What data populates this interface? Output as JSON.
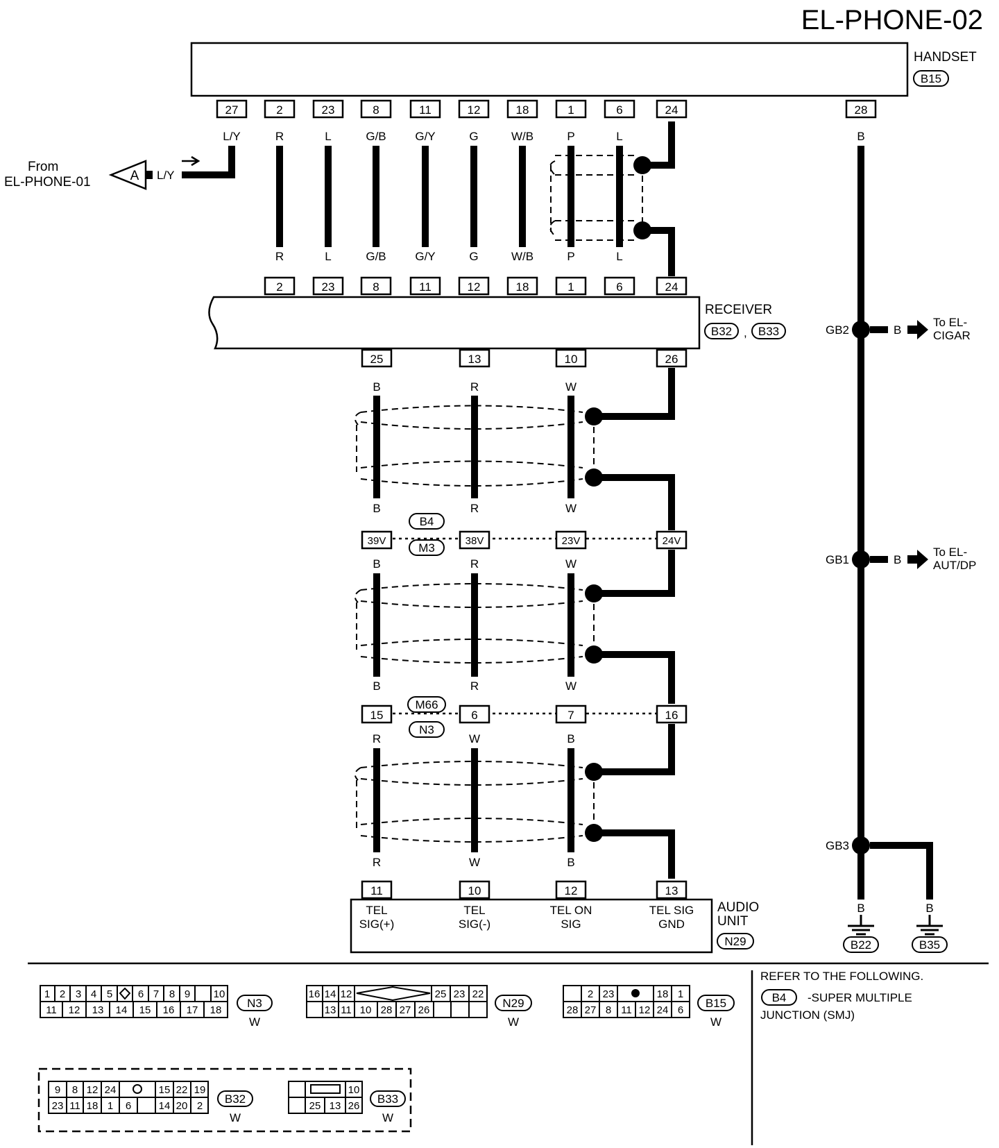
{
  "title": "EL-PHONE-02",
  "handset": {
    "name": "HANDSET",
    "connector": "B15",
    "pins": [
      "27",
      "2",
      "23",
      "8",
      "11",
      "12",
      "18",
      "1",
      "6",
      "24"
    ],
    "colors": [
      "L/Y",
      "R",
      "L",
      "G/B",
      "G/Y",
      "G",
      "W/B",
      "P",
      "L"
    ],
    "gnd_pin": "28",
    "gnd_color": "B"
  },
  "from": {
    "text1": "From",
    "text2": "EL-PHONE-01",
    "connector": "A",
    "color": "L/Y"
  },
  "receiver": {
    "name": "RECEIVER",
    "connectors": [
      "B32",
      "B33"
    ],
    "separator": ",",
    "top_colors": [
      "R",
      "L",
      "G/B",
      "G/Y",
      "G",
      "W/B",
      "P",
      "L"
    ],
    "top_pins": [
      "2",
      "23",
      "8",
      "11",
      "12",
      "18",
      "1",
      "6",
      "24"
    ],
    "bottom_pins": [
      "25",
      "13",
      "10",
      "26"
    ],
    "bottom_colors": [
      "B",
      "R",
      "W"
    ]
  },
  "junction1": {
    "connectors": [
      "B4",
      "M3"
    ],
    "pins": [
      "39V",
      "38V",
      "23V",
      "24V"
    ],
    "colors_above": [
      "B",
      "R",
      "W"
    ],
    "colors_below": [
      "B",
      "R",
      "W"
    ]
  },
  "junction2": {
    "connectors": [
      "M66",
      "N3"
    ],
    "pins": [
      "15",
      "6",
      "7",
      "16"
    ],
    "colors_above": [
      "B",
      "R",
      "W"
    ],
    "colors_below": [
      "R",
      "W",
      "B"
    ]
  },
  "audio_unit": {
    "name1": "AUDIO",
    "name2": "UNIT",
    "connector": "N29",
    "colors": [
      "R",
      "W",
      "B"
    ],
    "pins": [
      "11",
      "10",
      "12",
      "13"
    ],
    "terminals": [
      {
        "l1": "TEL",
        "l2": "SIG(+)"
      },
      {
        "l1": "TEL",
        "l2": "SIG(-)"
      },
      {
        "l1": "TEL ON",
        "l2": "SIG"
      },
      {
        "l1": "TEL SIG",
        "l2": "GND"
      }
    ]
  },
  "ground": {
    "gb2": {
      "label": "GB2",
      "color": "B",
      "to1": "To EL-",
      "to2": "CIGAR"
    },
    "gb1": {
      "label": "GB1",
      "color": "B",
      "to1": "To EL-",
      "to2": "AUT/DP"
    },
    "gb3": {
      "label": "GB3"
    },
    "grounds": [
      {
        "color": "B",
        "name": "B22"
      },
      {
        "color": "B",
        "name": "B35"
      }
    ]
  },
  "connector_views": {
    "n3": {
      "id": "N3",
      "color": "W",
      "row1": [
        "1",
        "2",
        "3",
        "4",
        "5",
        "",
        "6",
        "7",
        "8",
        "9",
        "10"
      ],
      "row2": [
        "11",
        "12",
        "13",
        "14",
        "15",
        "16",
        "17",
        "18"
      ]
    },
    "n29": {
      "id": "N29",
      "color": "W",
      "row1": [
        "16",
        "14",
        "12",
        "",
        "25",
        "23",
        "22"
      ],
      "row2": [
        "",
        "13",
        "11",
        "10",
        "28",
        "27",
        "26",
        "",
        ""
      ]
    },
    "b15": {
      "id": "B15",
      "color": "W",
      "row1": [
        "",
        "2",
        "23",
        "",
        "18",
        "1"
      ],
      "row2": [
        "28",
        "27",
        "8",
        "11",
        "12",
        "24",
        "6"
      ]
    },
    "b32": {
      "id": "B32",
      "color": "W",
      "row1": [
        "9",
        "8",
        "12",
        "24",
        "",
        "15",
        "22",
        "19"
      ],
      "row2": [
        "23",
        "11",
        "18",
        "1",
        "6",
        "",
        "14",
        "20",
        "2"
      ]
    },
    "b33": {
      "id": "B33",
      "color": "W",
      "row1": [
        "",
        "10"
      ],
      "row2": [
        "",
        "25",
        "13",
        "26"
      ]
    }
  },
  "note": {
    "line1": "REFER TO THE FOLLOWING.",
    "connector": "B4",
    "line2": "-SUPER MULTIPLE",
    "line3": "JUNCTION (SMJ)"
  }
}
